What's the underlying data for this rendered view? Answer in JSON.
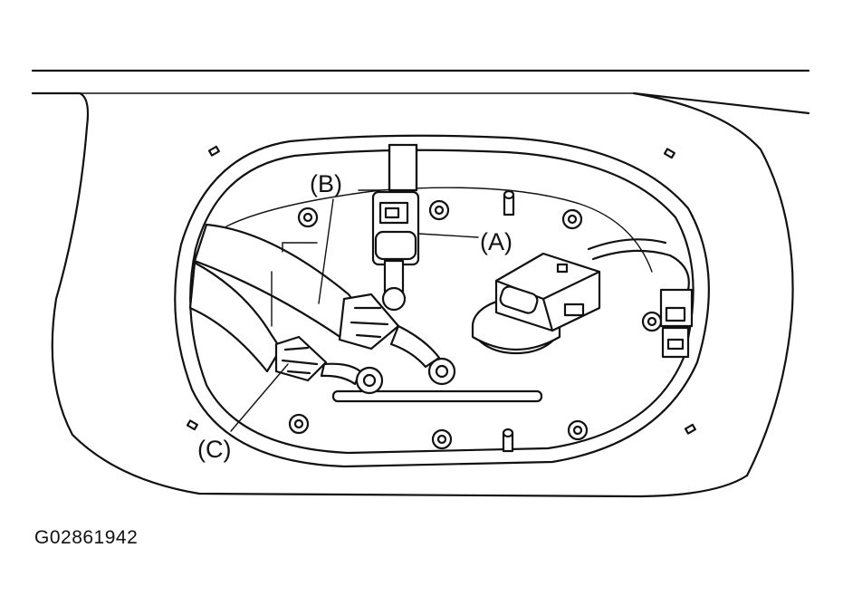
{
  "labels": {
    "a": "(A)",
    "b": "(B)",
    "c": "(C)"
  },
  "figure_code": "G02861942"
}
